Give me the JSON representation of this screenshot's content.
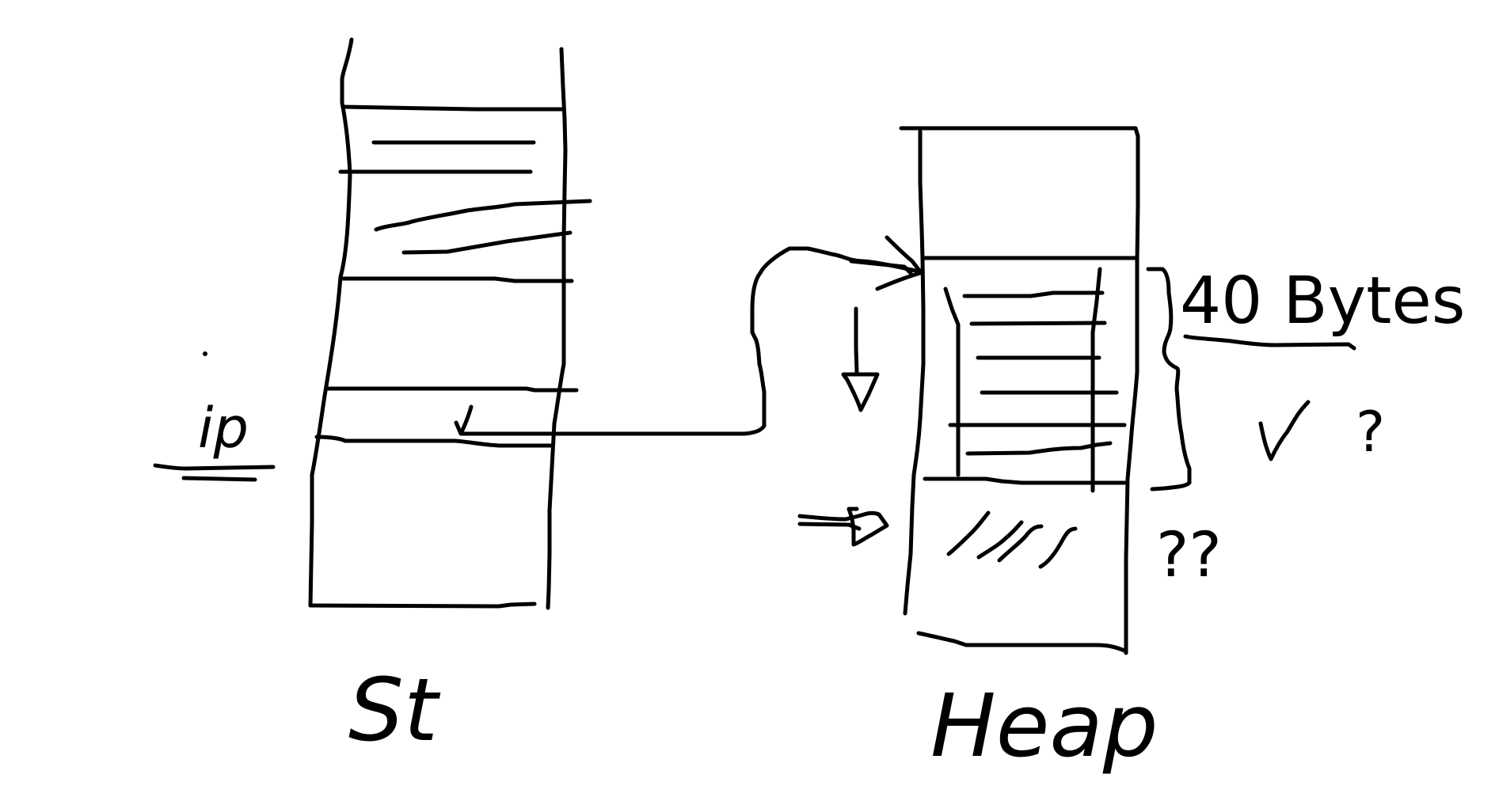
{
  "labels": {
    "stack": "St",
    "heap": "Heap",
    "pointer": "ip",
    "size": "40 Bytes",
    "check": "✓",
    "question": "?",
    "double_question": "??"
  },
  "colors": {
    "background": "#ffffff",
    "ink": "#000000"
  }
}
